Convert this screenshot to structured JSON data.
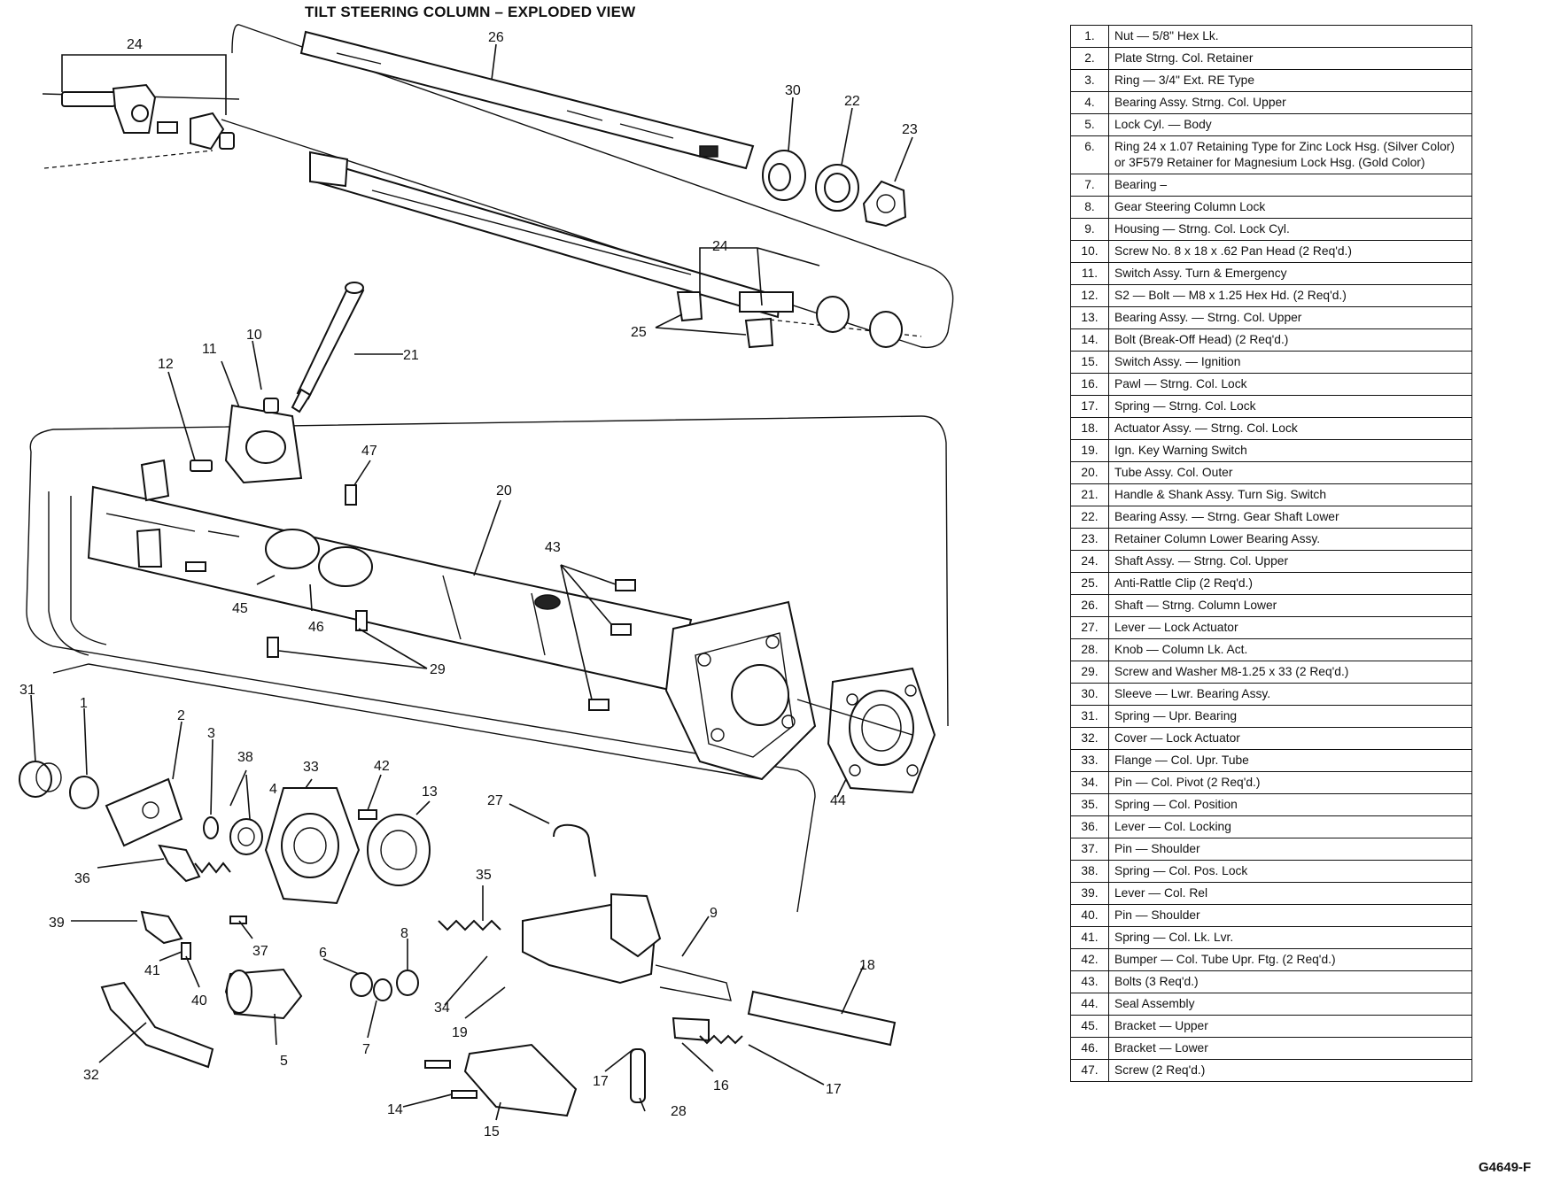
{
  "title": "TILT STEERING COLUMN  –  EXPLODED VIEW",
  "figure_code": "G4649-F",
  "callout_labels": [
    "24",
    "26",
    "30",
    "22",
    "23",
    "24",
    "25",
    "10",
    "11",
    "12",
    "21",
    "47",
    "20",
    "45",
    "46",
    "43",
    "29",
    "31",
    "1",
    "2",
    "3",
    "38",
    "4",
    "33",
    "42",
    "13",
    "27",
    "36",
    "35",
    "39",
    "37",
    "8",
    "6",
    "41",
    "40",
    "9",
    "34",
    "19",
    "18",
    "5",
    "7",
    "32",
    "14",
    "15",
    "17",
    "16",
    "28",
    "17",
    "44"
  ],
  "parts": [
    {
      "num": "1.",
      "desc": "Nut — 5/8\" Hex Lk."
    },
    {
      "num": "2.",
      "desc": "Plate Strng. Col. Retainer"
    },
    {
      "num": "3.",
      "desc": "Ring — 3/4\" Ext. RE Type"
    },
    {
      "num": "4.",
      "desc": "Bearing Assy. Strng. Col. Upper"
    },
    {
      "num": "5.",
      "desc": "Lock Cyl. — Body"
    },
    {
      "num": "6.",
      "desc": "Ring 24 x 1.07 Retaining Type for Zinc Lock Hsg. (Silver Color) or 3F579 Retainer for Magnesium Lock Hsg. (Gold Color)"
    },
    {
      "num": "7.",
      "desc": "Bearing –"
    },
    {
      "num": "8.",
      "desc": "Gear Steering Column Lock"
    },
    {
      "num": "9.",
      "desc": "Housing — Strng. Col. Lock Cyl."
    },
    {
      "num": "10.",
      "desc": "Screw No. 8 x 18 x .62 Pan Head (2 Req'd.)"
    },
    {
      "num": "11.",
      "desc": "Switch Assy. Turn & Emergency"
    },
    {
      "num": "12.",
      "desc": "S2 — Bolt — M8 x 1.25 Hex Hd. (2 Req'd.)"
    },
    {
      "num": "13.",
      "desc": "Bearing Assy. — Strng. Col. Upper"
    },
    {
      "num": "14.",
      "desc": "Bolt (Break-Off Head) (2 Req'd.)"
    },
    {
      "num": "15.",
      "desc": "Switch Assy. — Ignition"
    },
    {
      "num": "16.",
      "desc": "Pawl — Strng. Col. Lock"
    },
    {
      "num": "17.",
      "desc": "Spring — Strng. Col. Lock"
    },
    {
      "num": "18.",
      "desc": "Actuator Assy. — Strng. Col. Lock"
    },
    {
      "num": "19.",
      "desc": "Ign. Key Warning Switch"
    },
    {
      "num": "20.",
      "desc": "Tube Assy. Col. Outer"
    },
    {
      "num": "21.",
      "desc": "Handle & Shank Assy. Turn Sig. Switch"
    },
    {
      "num": "22.",
      "desc": "Bearing Assy. — Strng. Gear Shaft Lower"
    },
    {
      "num": "23.",
      "desc": "Retainer Column Lower Bearing Assy."
    },
    {
      "num": "24.",
      "desc": "Shaft Assy. — Strng. Col. Upper"
    },
    {
      "num": "25.",
      "desc": "Anti-Rattle Clip (2 Req'd.)"
    },
    {
      "num": "26.",
      "desc": "Shaft — Strng. Column Lower"
    },
    {
      "num": "27.",
      "desc": "Lever — Lock Actuator"
    },
    {
      "num": "28.",
      "desc": "Knob — Column Lk. Act."
    },
    {
      "num": "29.",
      "desc": "Screw and Washer M8-1.25 x 33 (2 Req'd.)"
    },
    {
      "num": "30.",
      "desc": "Sleeve — Lwr. Bearing Assy."
    },
    {
      "num": "31.",
      "desc": "Spring — Upr. Bearing"
    },
    {
      "num": "32.",
      "desc": "Cover — Lock Actuator"
    },
    {
      "num": "33.",
      "desc": "Flange — Col. Upr. Tube"
    },
    {
      "num": "34.",
      "desc": "Pin — Col. Pivot (2 Req'd.)"
    },
    {
      "num": "35.",
      "desc": "Spring — Col. Position"
    },
    {
      "num": "36.",
      "desc": "Lever — Col. Locking"
    },
    {
      "num": "37.",
      "desc": "Pin — Shoulder"
    },
    {
      "num": "38.",
      "desc": "Spring — Col. Pos. Lock"
    },
    {
      "num": "39.",
      "desc": "Lever — Col. Rel"
    },
    {
      "num": "40.",
      "desc": "Pin — Shoulder"
    },
    {
      "num": "41.",
      "desc": "Spring — Col. Lk. Lvr."
    },
    {
      "num": "42.",
      "desc": "Bumper — Col. Tube Upr. Ftg. (2 Req'd.)"
    },
    {
      "num": "43.",
      "desc": "Bolts (3 Req'd.)"
    },
    {
      "num": "44.",
      "desc": "Seal Assembly"
    },
    {
      "num": "45.",
      "desc": "Bracket — Upper"
    },
    {
      "num": "46.",
      "desc": "Bracket — Lower"
    },
    {
      "num": "47.",
      "desc": "Screw (2 Req'd.)"
    }
  ]
}
